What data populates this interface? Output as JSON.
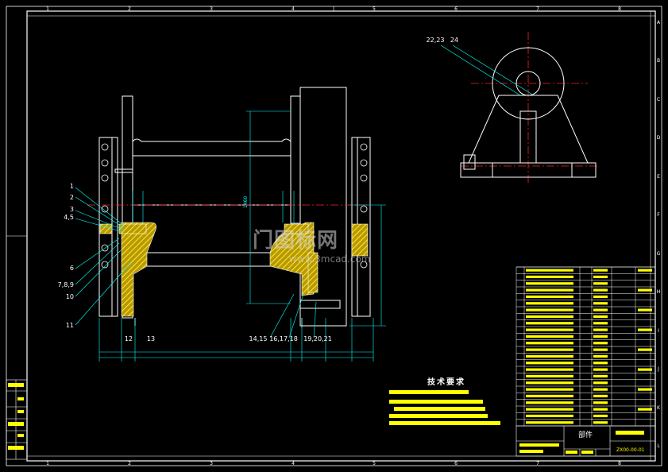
{
  "grid": {
    "columns": [
      "1",
      "2",
      "3",
      "4",
      "5",
      "6",
      "7",
      "8"
    ],
    "rows": [
      "A",
      "B",
      "C",
      "D",
      "E",
      "F",
      "G",
      "H",
      "I",
      "J",
      "K",
      "L"
    ]
  },
  "callouts_left": [
    "1",
    "2",
    "3",
    "4,5",
    "6",
    "7,8,9",
    "10",
    "11"
  ],
  "callouts_bottom": [
    "12",
    "13",
    "14,15",
    "16,17,18",
    "19,20,21"
  ],
  "callouts_top": [
    "22,23",
    "24"
  ],
  "dimensions": [
    "1460"
  ],
  "tech_requirements": {
    "title": "技术要求"
  },
  "title_block": {
    "part_label": "部件",
    "drawing_no": "ZX00-00-01"
  },
  "watermark": {
    "brand": "门图标网",
    "url": "www.3mcad.com"
  },
  "colors": {
    "background": "#000000",
    "outline": "#ffffff",
    "border": "#ffffff",
    "dimension": "#00ffff",
    "centerline": "#ff2020",
    "hatch": "#ffdd00",
    "table": "#ffffff",
    "table_text": "#ffff00",
    "callout": "#ffffff"
  }
}
